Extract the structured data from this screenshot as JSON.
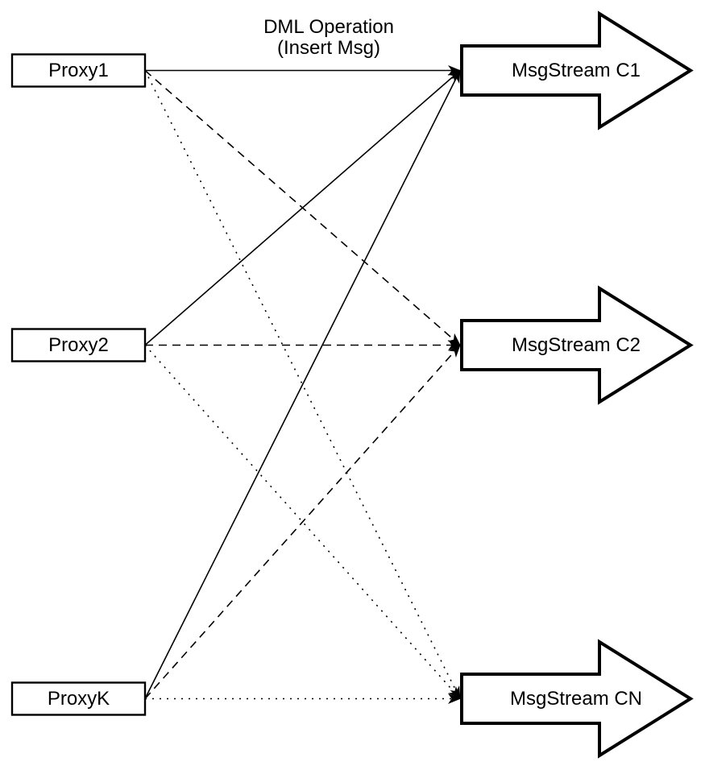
{
  "diagram": {
    "title_line1": "DML Operation",
    "title_line2": "(Insert Msg)",
    "proxies": [
      {
        "id": "proxy1",
        "label": "Proxy1"
      },
      {
        "id": "proxy2",
        "label": "Proxy2"
      },
      {
        "id": "proxyk",
        "label": "ProxyK"
      }
    ],
    "streams": [
      {
        "id": "c1",
        "label": "MsgStream C1"
      },
      {
        "id": "c2",
        "label": "MsgStream C2"
      },
      {
        "id": "cn",
        "label": "MsgStream CN"
      }
    ],
    "connections": [
      {
        "from": "proxy1",
        "to": "c1",
        "style": "solid"
      },
      {
        "from": "proxy1",
        "to": "c2",
        "style": "dashed"
      },
      {
        "from": "proxy1",
        "to": "cn",
        "style": "dotted"
      },
      {
        "from": "proxy2",
        "to": "c1",
        "style": "solid"
      },
      {
        "from": "proxy2",
        "to": "c2",
        "style": "dashed"
      },
      {
        "from": "proxy2",
        "to": "cn",
        "style": "dotted"
      },
      {
        "from": "proxyk",
        "to": "c1",
        "style": "solid"
      },
      {
        "from": "proxyk",
        "to": "c2",
        "style": "dashed"
      },
      {
        "from": "proxyk",
        "to": "cn",
        "style": "dotted"
      }
    ],
    "colors": {
      "ink": "#000000",
      "paper": "#ffffff"
    }
  }
}
